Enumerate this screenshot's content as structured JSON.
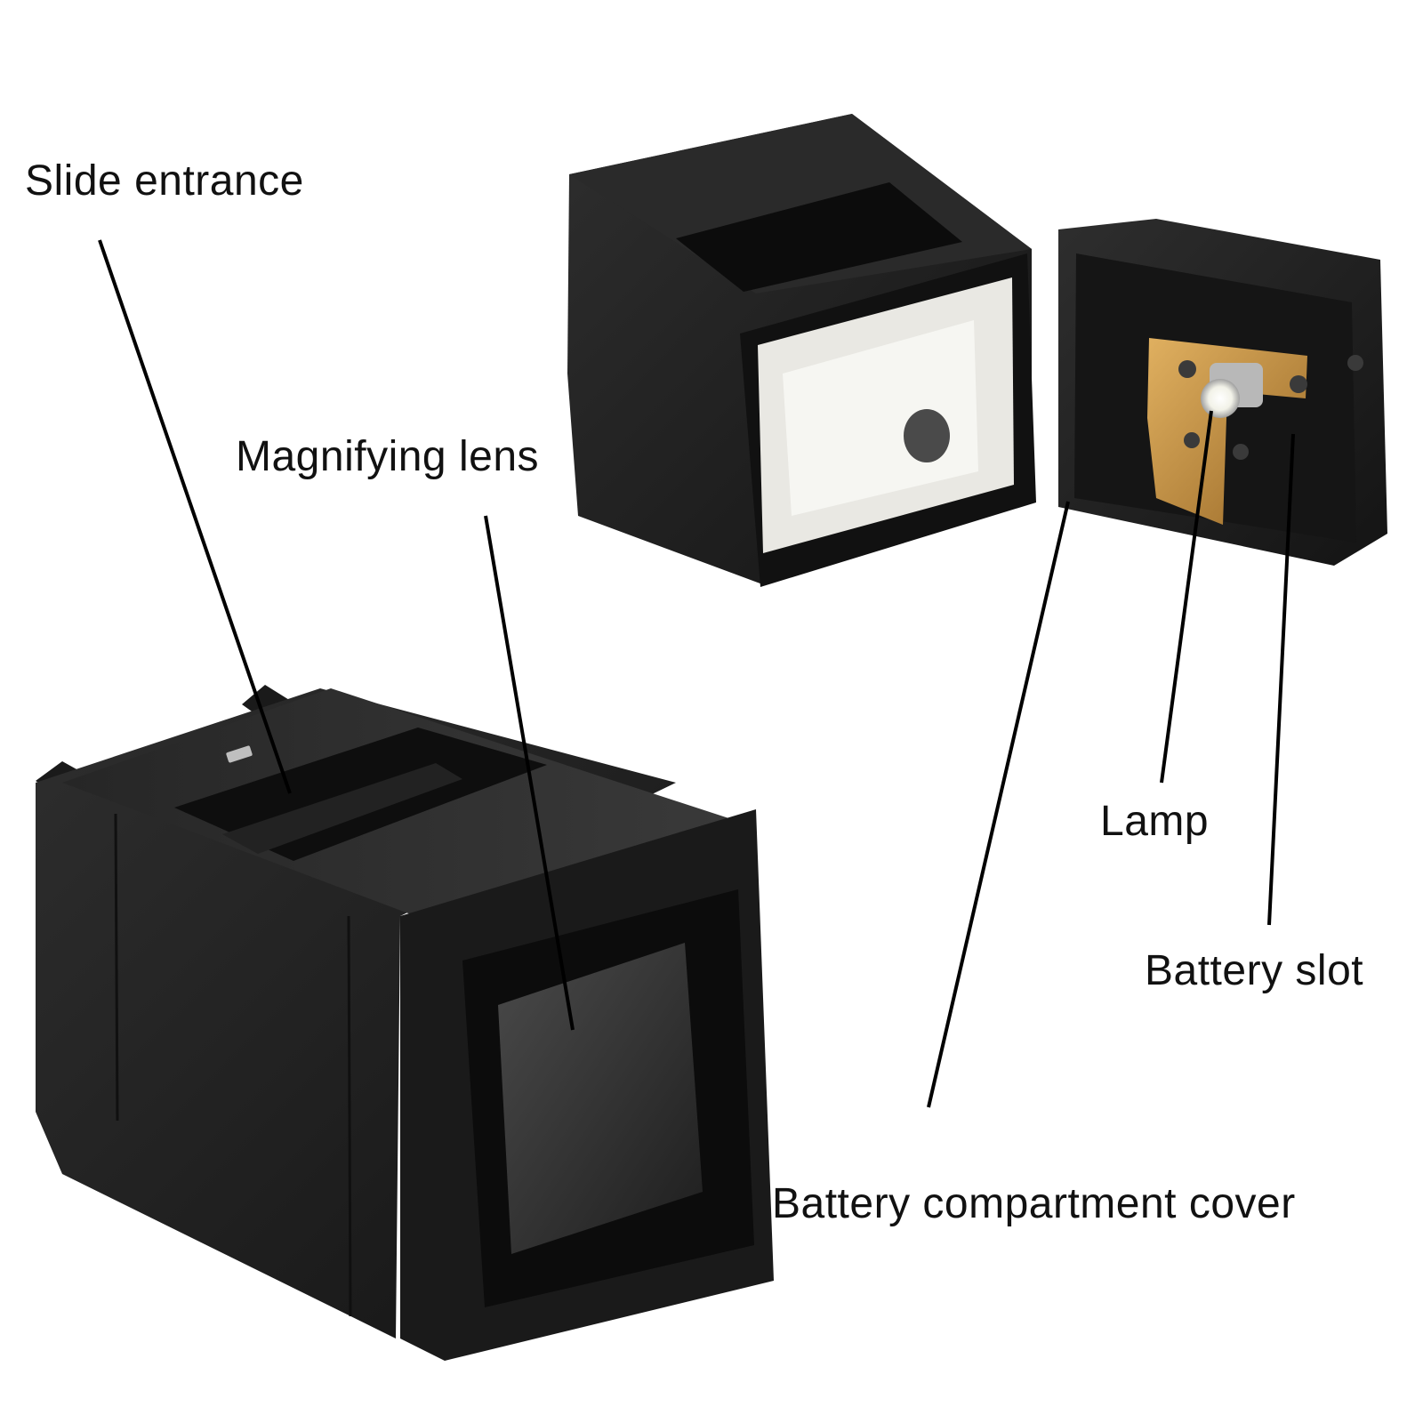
{
  "labels": {
    "slide_entrance": "Slide entrance",
    "magnifying_lens": "Magnifying lens",
    "lamp": "Lamp",
    "battery_slot": "Battery slot",
    "battery_compartment_cover": "Battery compartment cover"
  },
  "colors": {
    "background": "#ffffff",
    "device_body": "#1c1c1c",
    "diffuser": "#ecebe6",
    "brass": "#c08a3e",
    "leader_line": "#000000",
    "label_text": "#111111"
  }
}
